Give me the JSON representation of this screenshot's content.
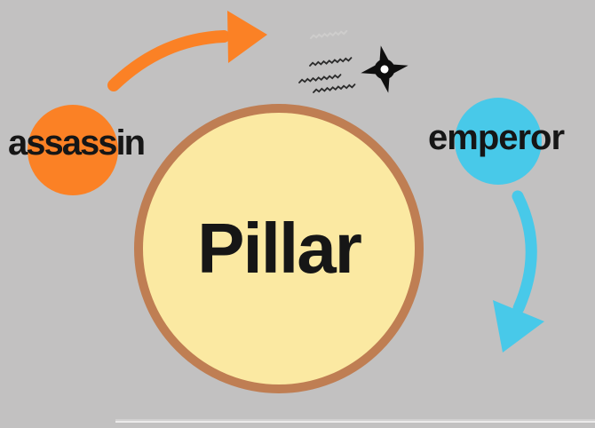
{
  "canvas": {
    "background_color": "#c2c1c1"
  },
  "nodes": {
    "pillar": {
      "label": "Pillar",
      "fill_color": "#fbe9a2",
      "border_color": "#bf7e53",
      "text_color": "#161616"
    },
    "assassin": {
      "label": "assassin",
      "fill_color": "#fb8125",
      "text_color": "#161616"
    },
    "emperor": {
      "label": "emperor",
      "fill_color": "#48c9e9",
      "text_color": "#161616"
    }
  },
  "icons": {
    "orange_arrow": "curved-arrow-up-right-icon",
    "cyan_arrow": "curved-arrow-down-icon",
    "shuriken": "shuriken-icon",
    "motion_lines": "speed-lines-icon"
  },
  "accent_colors": {
    "orange": "#fb8125",
    "cyan": "#48c9e9",
    "shuriken_black": "#0e0e0e",
    "motion_line_dark": "#2b2b2b"
  }
}
